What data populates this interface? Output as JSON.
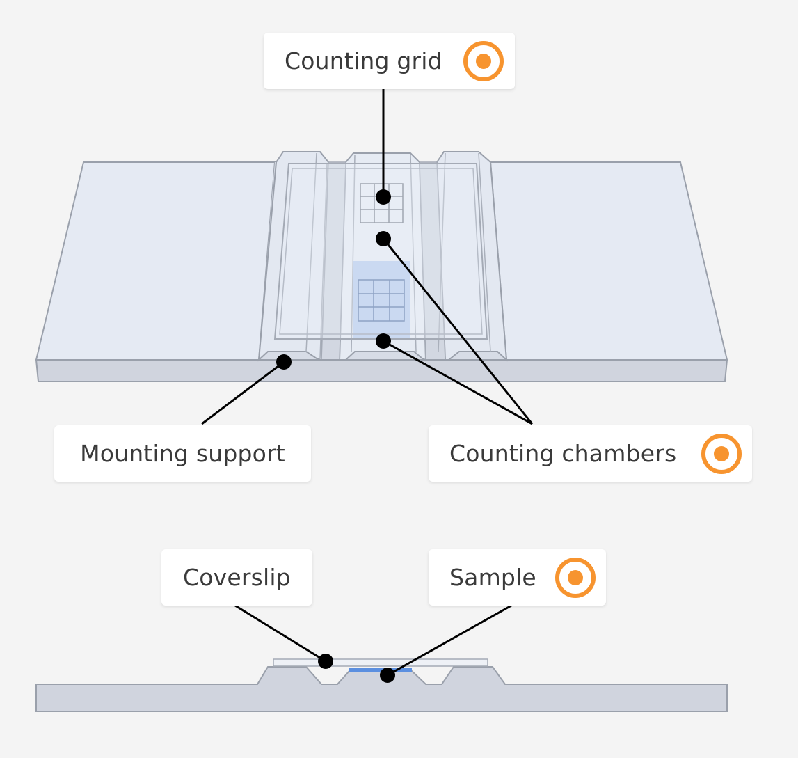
{
  "title": "Hemocytometer parts diagram",
  "colors": {
    "background": "#f4f4f4",
    "slide_top": "#e5eaf3",
    "slide_side": "#d0d4de",
    "slide_edge": "#9aa0ab",
    "sample": "#5b8fe0",
    "sample_tint": "#b3c9ec",
    "leader": "#000000",
    "hotspot": "#f7942f",
    "label_text": "#3a3a3a"
  },
  "labels": {
    "counting_grid": {
      "text": "Counting grid",
      "has_hotspot": true,
      "icon": "target-icon"
    },
    "mounting_support": {
      "text": "Mounting support",
      "has_hotspot": false
    },
    "counting_chambers": {
      "text": "Counting chambers",
      "has_hotspot": true,
      "icon": "target-icon"
    },
    "coverslip": {
      "text": "Coverslip",
      "has_hotspot": false
    },
    "sample": {
      "text": "Sample",
      "has_hotspot": true,
      "icon": "target-icon"
    }
  },
  "views": {
    "top": "perspective view",
    "bottom": "cross-section view"
  }
}
